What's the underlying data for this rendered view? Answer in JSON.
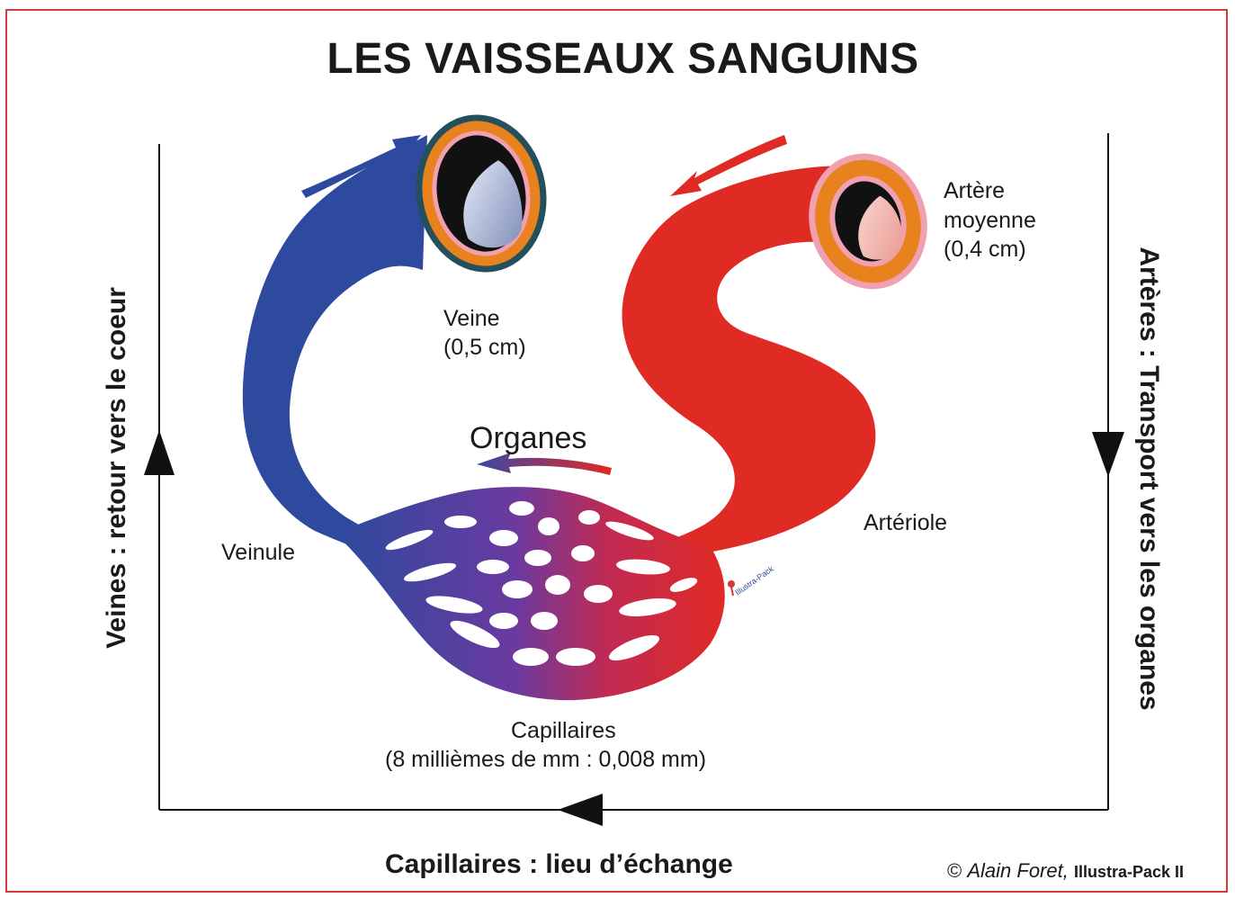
{
  "title": "LES VAISSEAUX SANGUINS",
  "labels": {
    "veine_name": "Veine",
    "veine_size": "(0,5 cm)",
    "artere_name1": "Artère",
    "artere_name2": "moyenne",
    "artere_size": "(0,4 cm)",
    "organes": "Organes",
    "veinule": "Veinule",
    "arteriole": "Artériole",
    "capillaires_name": "Capillaires",
    "capillaires_size": "(8 millièmes de mm : 0,008 mm)"
  },
  "side_labels": {
    "left": "Veines : retour vers le coeur",
    "right": "Artères : Transport vers les organes",
    "bottom": "Capillaires : lieu d’échange"
  },
  "credit": {
    "symbol": "©",
    "author": "Alain Foret,",
    "brand": "Illustra-Pack II",
    "watermark": "Illustra-Pack"
  },
  "colors": {
    "vein_blue": "#2e4a9e",
    "artery_red": "#e02a24",
    "wall_orange": "#e8821e",
    "wall_pink": "#f0a0b0",
    "frame_red": "#d33a3a"
  }
}
